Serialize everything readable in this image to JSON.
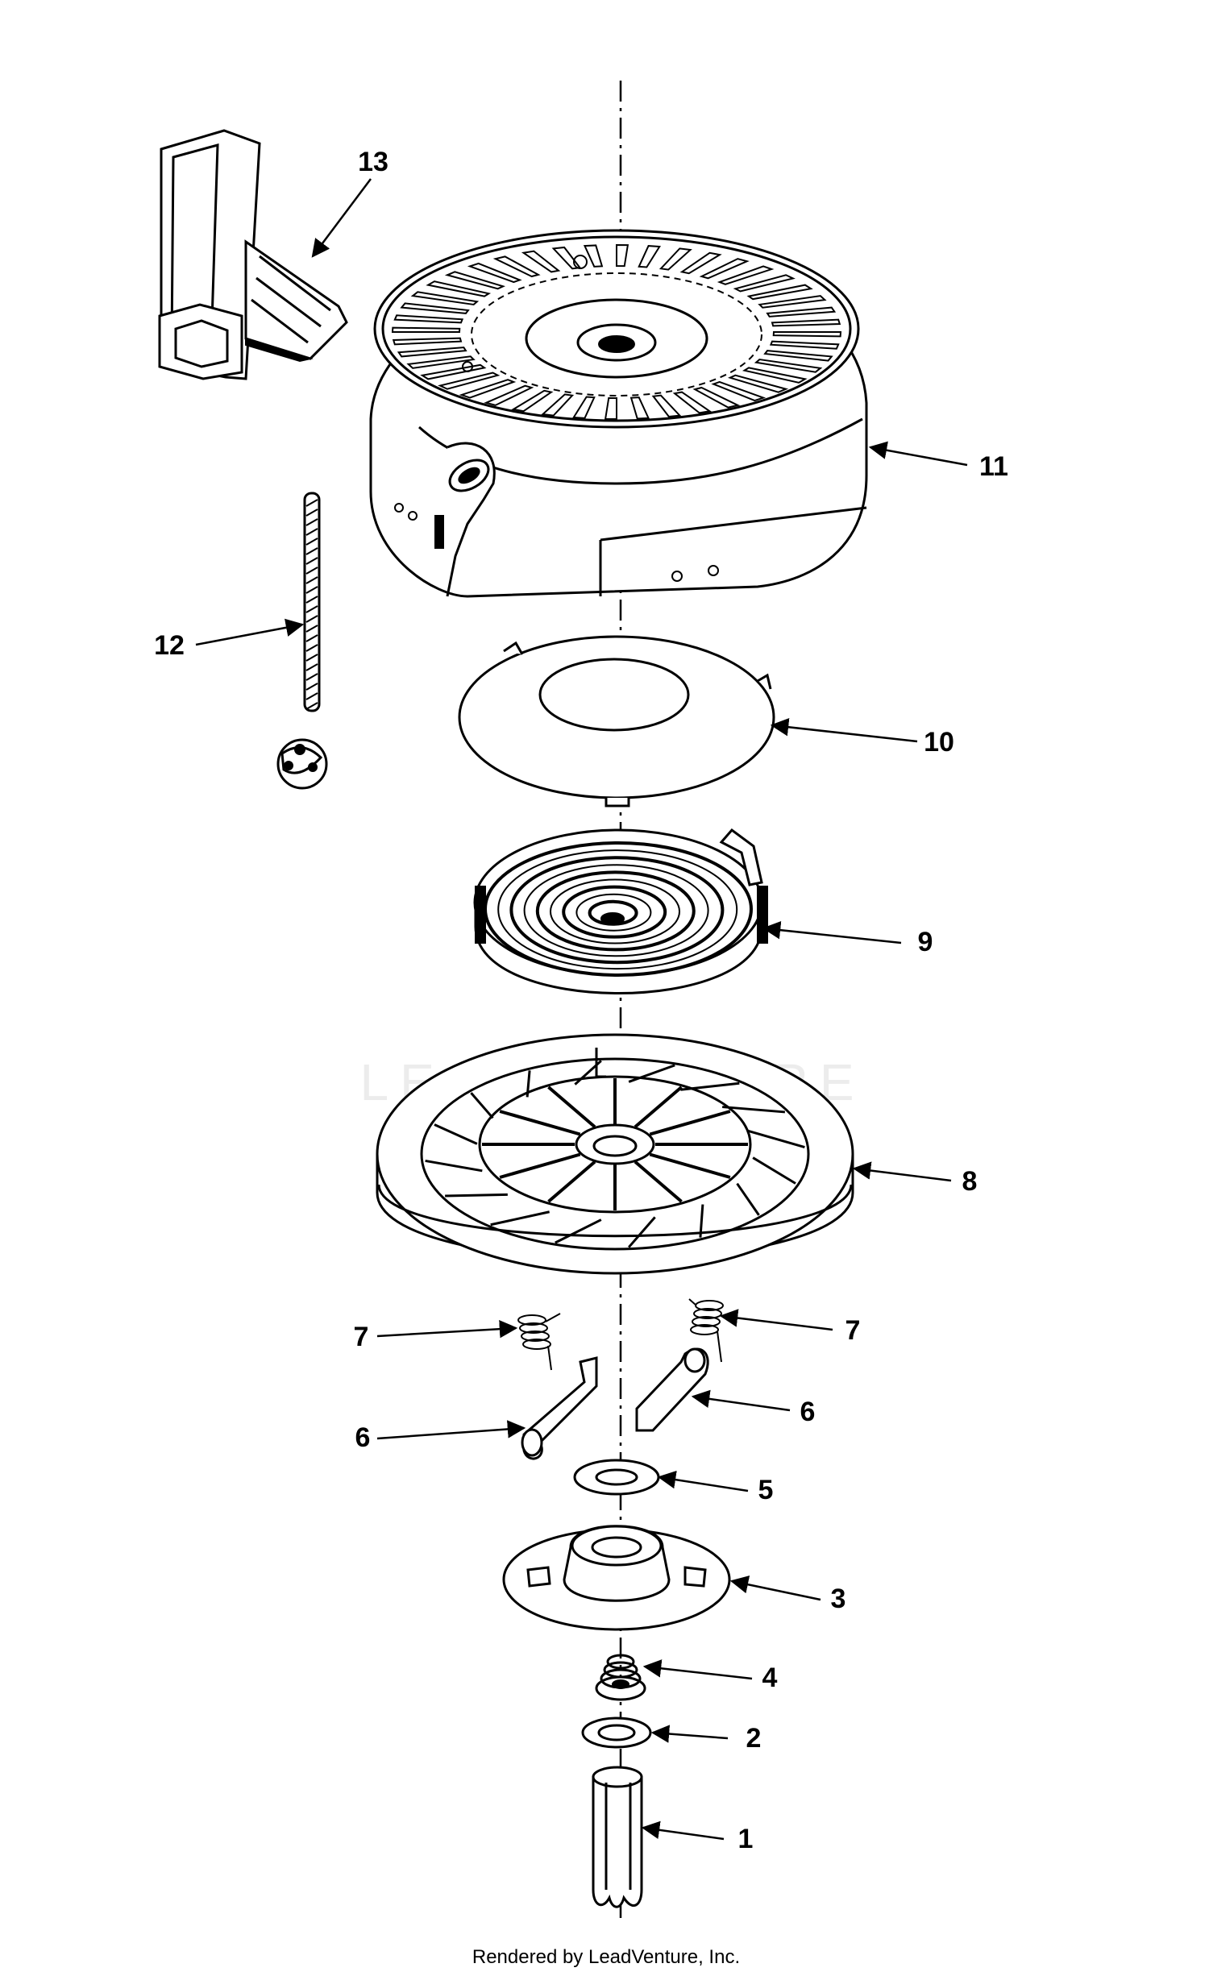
{
  "diagram": {
    "callouts": [
      {
        "id": "1",
        "label": "1"
      },
      {
        "id": "2",
        "label": "2"
      },
      {
        "id": "3",
        "label": "3"
      },
      {
        "id": "4",
        "label": "4"
      },
      {
        "id": "5",
        "label": "5"
      },
      {
        "id": "6a",
        "label": "6"
      },
      {
        "id": "6b",
        "label": "6"
      },
      {
        "id": "7a",
        "label": "7"
      },
      {
        "id": "7b",
        "label": "7"
      },
      {
        "id": "8",
        "label": "8"
      },
      {
        "id": "9",
        "label": "9"
      },
      {
        "id": "10",
        "label": "10"
      },
      {
        "id": "11",
        "label": "11"
      },
      {
        "id": "12",
        "label": "12"
      },
      {
        "id": "13",
        "label": "13"
      }
    ],
    "credit": "Rendered by LeadVenture, Inc.",
    "watermark": "LEADVENTURE"
  }
}
